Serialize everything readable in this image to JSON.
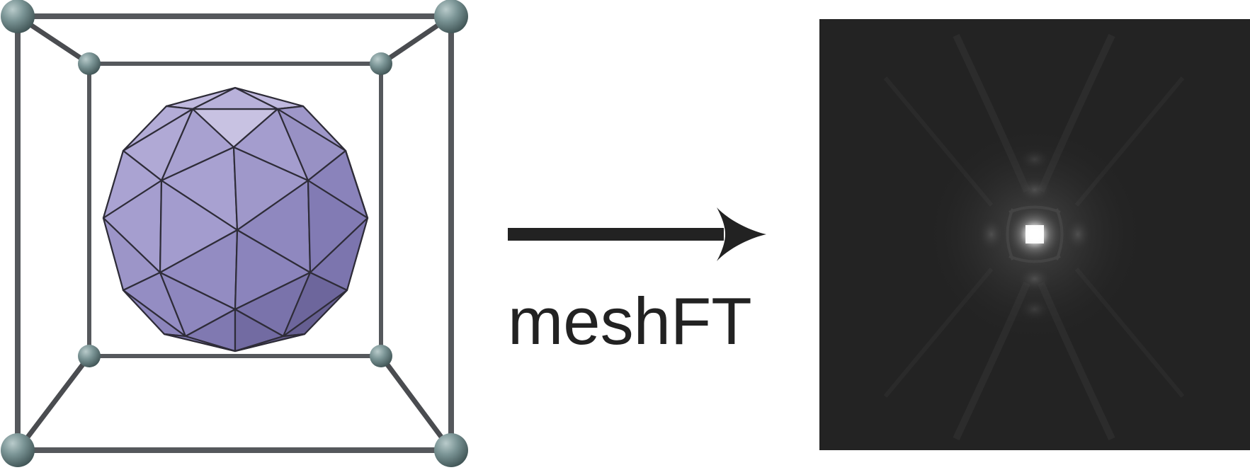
{
  "diagram": {
    "arrow_label": "meshFT",
    "colors": {
      "frame_rod": "#55585c",
      "frame_node": "#6e8788",
      "polyhedron_light": "#c4bde0",
      "polyhedron_mid": "#9d96c6",
      "polyhedron_dark": "#615a82",
      "polyhedron_edge": "#2e2c38",
      "arrow": "#222222",
      "ft_background": "#232323",
      "ft_peak": "#ffffff"
    },
    "icons": {
      "left_panel": "icosphere-in-cube-frame",
      "arrow": "right-arrow-icon",
      "right_panel": "fourier-transform-intensity-image"
    }
  }
}
